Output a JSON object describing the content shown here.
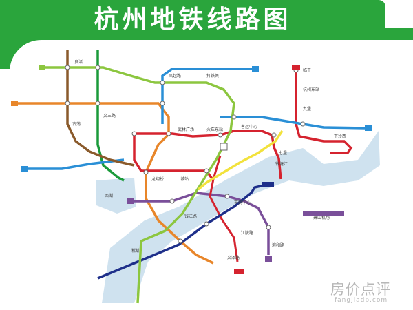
{
  "title": "杭州地铁线路图",
  "watermark": {
    "name": "房价点评",
    "url": "fangjiadp.com"
  },
  "colors": {
    "header_bg": "#2aa53c",
    "river": "#cfe2ef",
    "line1": "#d5232f",
    "line2": "#e8862a",
    "line3": "#d5232f",
    "line4": "#1a9a3a",
    "line5": "#7a4f9a",
    "line6": "#d5232f",
    "line7": "#1e2f8a",
    "line8": "#2a8fd6",
    "line9": "#8a5a2b",
    "line10": "#8cc63f",
    "line16": "#f2e23c"
  },
  "stations": {
    "s01": "临平",
    "s02": "杭州东站",
    "s03": "城站",
    "s04": "龙翔桥",
    "s05": "武林广场",
    "s06": "凤起路",
    "s07": "打铁关",
    "s08": "火车东站",
    "s09": "客运中心",
    "s10": "下沙西",
    "s11": "文泽路",
    "s12": "江陵路",
    "s13": "滨和路",
    "s14": "湘湖",
    "s15": "良渚",
    "s16": "古荡",
    "s17": "文三路",
    "s18": "钱江路",
    "s19": "市民中心",
    "s20": "萧山机场",
    "s21": "西湖",
    "s22": "钱塘江",
    "s23": "九堡",
    "s24": "七堡"
  }
}
